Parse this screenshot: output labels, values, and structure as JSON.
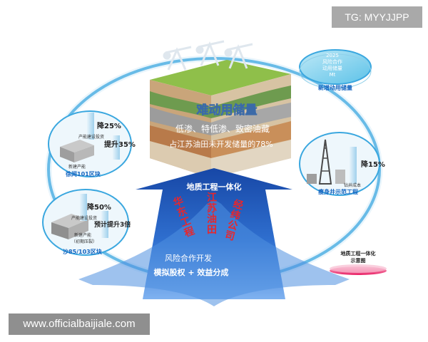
{
  "corner_tag": "TG: MYYJJPP",
  "watermark": "www.officialbaijiale.com",
  "core": {
    "title": "难动用储量",
    "line1": "低渗、特低渗、致密油藏",
    "line2": "占江苏油田未开发储量的78%"
  },
  "top_right_disk": {
    "lines": [
      "2025",
      "风险合作",
      "动用储量",
      "Mt"
    ],
    "label": "新增动用储量"
  },
  "block_xuwen": {
    "stat_invest": "降25%",
    "invest_label": "产能建设投资",
    "stat_capacity": "提升35%",
    "capacity_label": "新建产能",
    "block_name": "徐闻101区块"
  },
  "block_sha": {
    "stat_invest": "降50%",
    "invest_label": "产能建设投资",
    "stat_capacity": "预计提升3倍",
    "capacity_label_1": "新建产能",
    "capacity_label_2": "（初期压裂）",
    "block_name": "沙85/103区块"
  },
  "right_demo": {
    "stat": "降15%",
    "stat_label": "钻井成本",
    "name": "瘦身井示范工程"
  },
  "arrow": {
    "top_label": "地质工程一体化",
    "parties": [
      "华东工程",
      "江苏油田",
      "经纬公司"
    ],
    "line1": "风险合作开发",
    "line2": "模拟股权 + 效益分成"
  },
  "legend_label": "地质工程一体化\n示意图",
  "colors": {
    "ring": "#3aa7df",
    "arrow_dark": "#1a4aa8",
    "arrow_light": "#4f8fe0",
    "party_text": "#e8262c",
    "label_blue": "#1565c0",
    "legend_pink": "#f06292"
  }
}
